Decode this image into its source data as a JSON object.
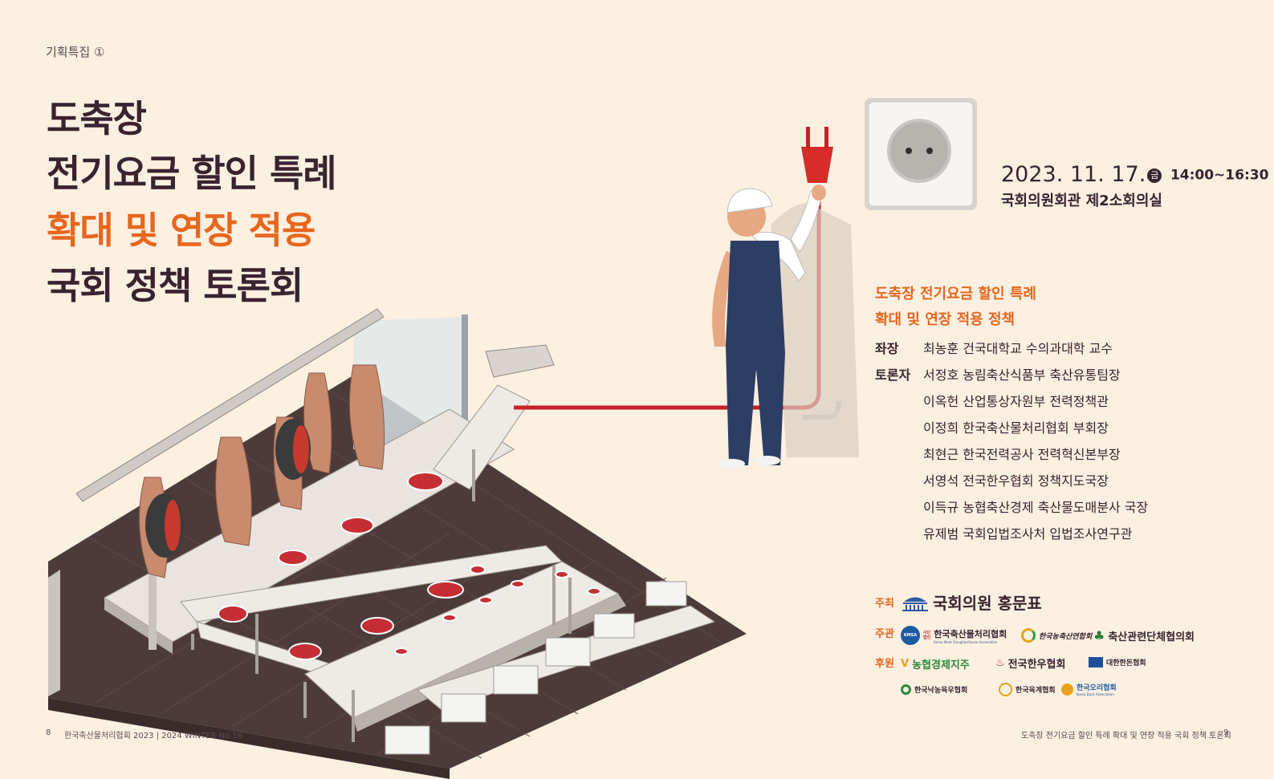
{
  "header": {
    "section": "기획특집 ①"
  },
  "title": {
    "line1": "도축장",
    "line2": "전기요금 할인 특례",
    "line3": "확대 및 연장 적용",
    "line4": "국회 정책 토론회"
  },
  "event": {
    "date": "2023. 11. 17.",
    "day": "금",
    "time": "14:00~16:30",
    "venue": "국회의원회관 제2소회의실"
  },
  "topic": {
    "line1": "도축장 전기요금 할인 특례",
    "line2": "확대 및 연장 적용 정책"
  },
  "program": {
    "chair_label": "좌장",
    "chair": "최농훈 건국대학교 수의과대학 교수",
    "panel_label": "토론자",
    "panelists": [
      "서정호 농림축산식품부 축산유통팀장",
      "이옥헌 산업통상자원부 전력정책관",
      "이정희 한국축산물처리협회 부회장",
      "최현근 한국전력공사 전력혁신본부장",
      "서영석 전국한우협회 정책지도국장",
      "이득규 농협축산경제 축산물도매분사 국장",
      "유제범 국회입법조사처 입법조사연구관"
    ]
  },
  "organizers": {
    "host_label": "주최",
    "host": "국회의원 홍문표",
    "manage_label": "주관",
    "managers": [
      "한국축산물처리협회",
      "한국농축산연합회",
      "축산관련단체협의회"
    ],
    "manager_badge": "KMSA",
    "manager_prefix": "사단\n법인",
    "manager_en": "Korea Meat Slaughterhouse Association",
    "sponsor_label": "후원",
    "sponsors": [
      "농협경제지주",
      "전국한우협회",
      "대한한돈협회",
      "한국낙농육우협회",
      "한국육계협회",
      "한국오리협회"
    ],
    "sponsor_en": "Korea Duck Association"
  },
  "footer": {
    "left_page": "8",
    "left_text": "한국축산물처리협회 2023 | 2024 WINTER·No.16",
    "right_text": "도축장 전기요금 할인 특례 확대 및 연장 적용 국회 정책 토론회",
    "right_page": "9"
  },
  "colors": {
    "accent": "#e8661e",
    "dark": "#3a2230",
    "background": "#fdf0e1",
    "cable": "#c8202a"
  }
}
